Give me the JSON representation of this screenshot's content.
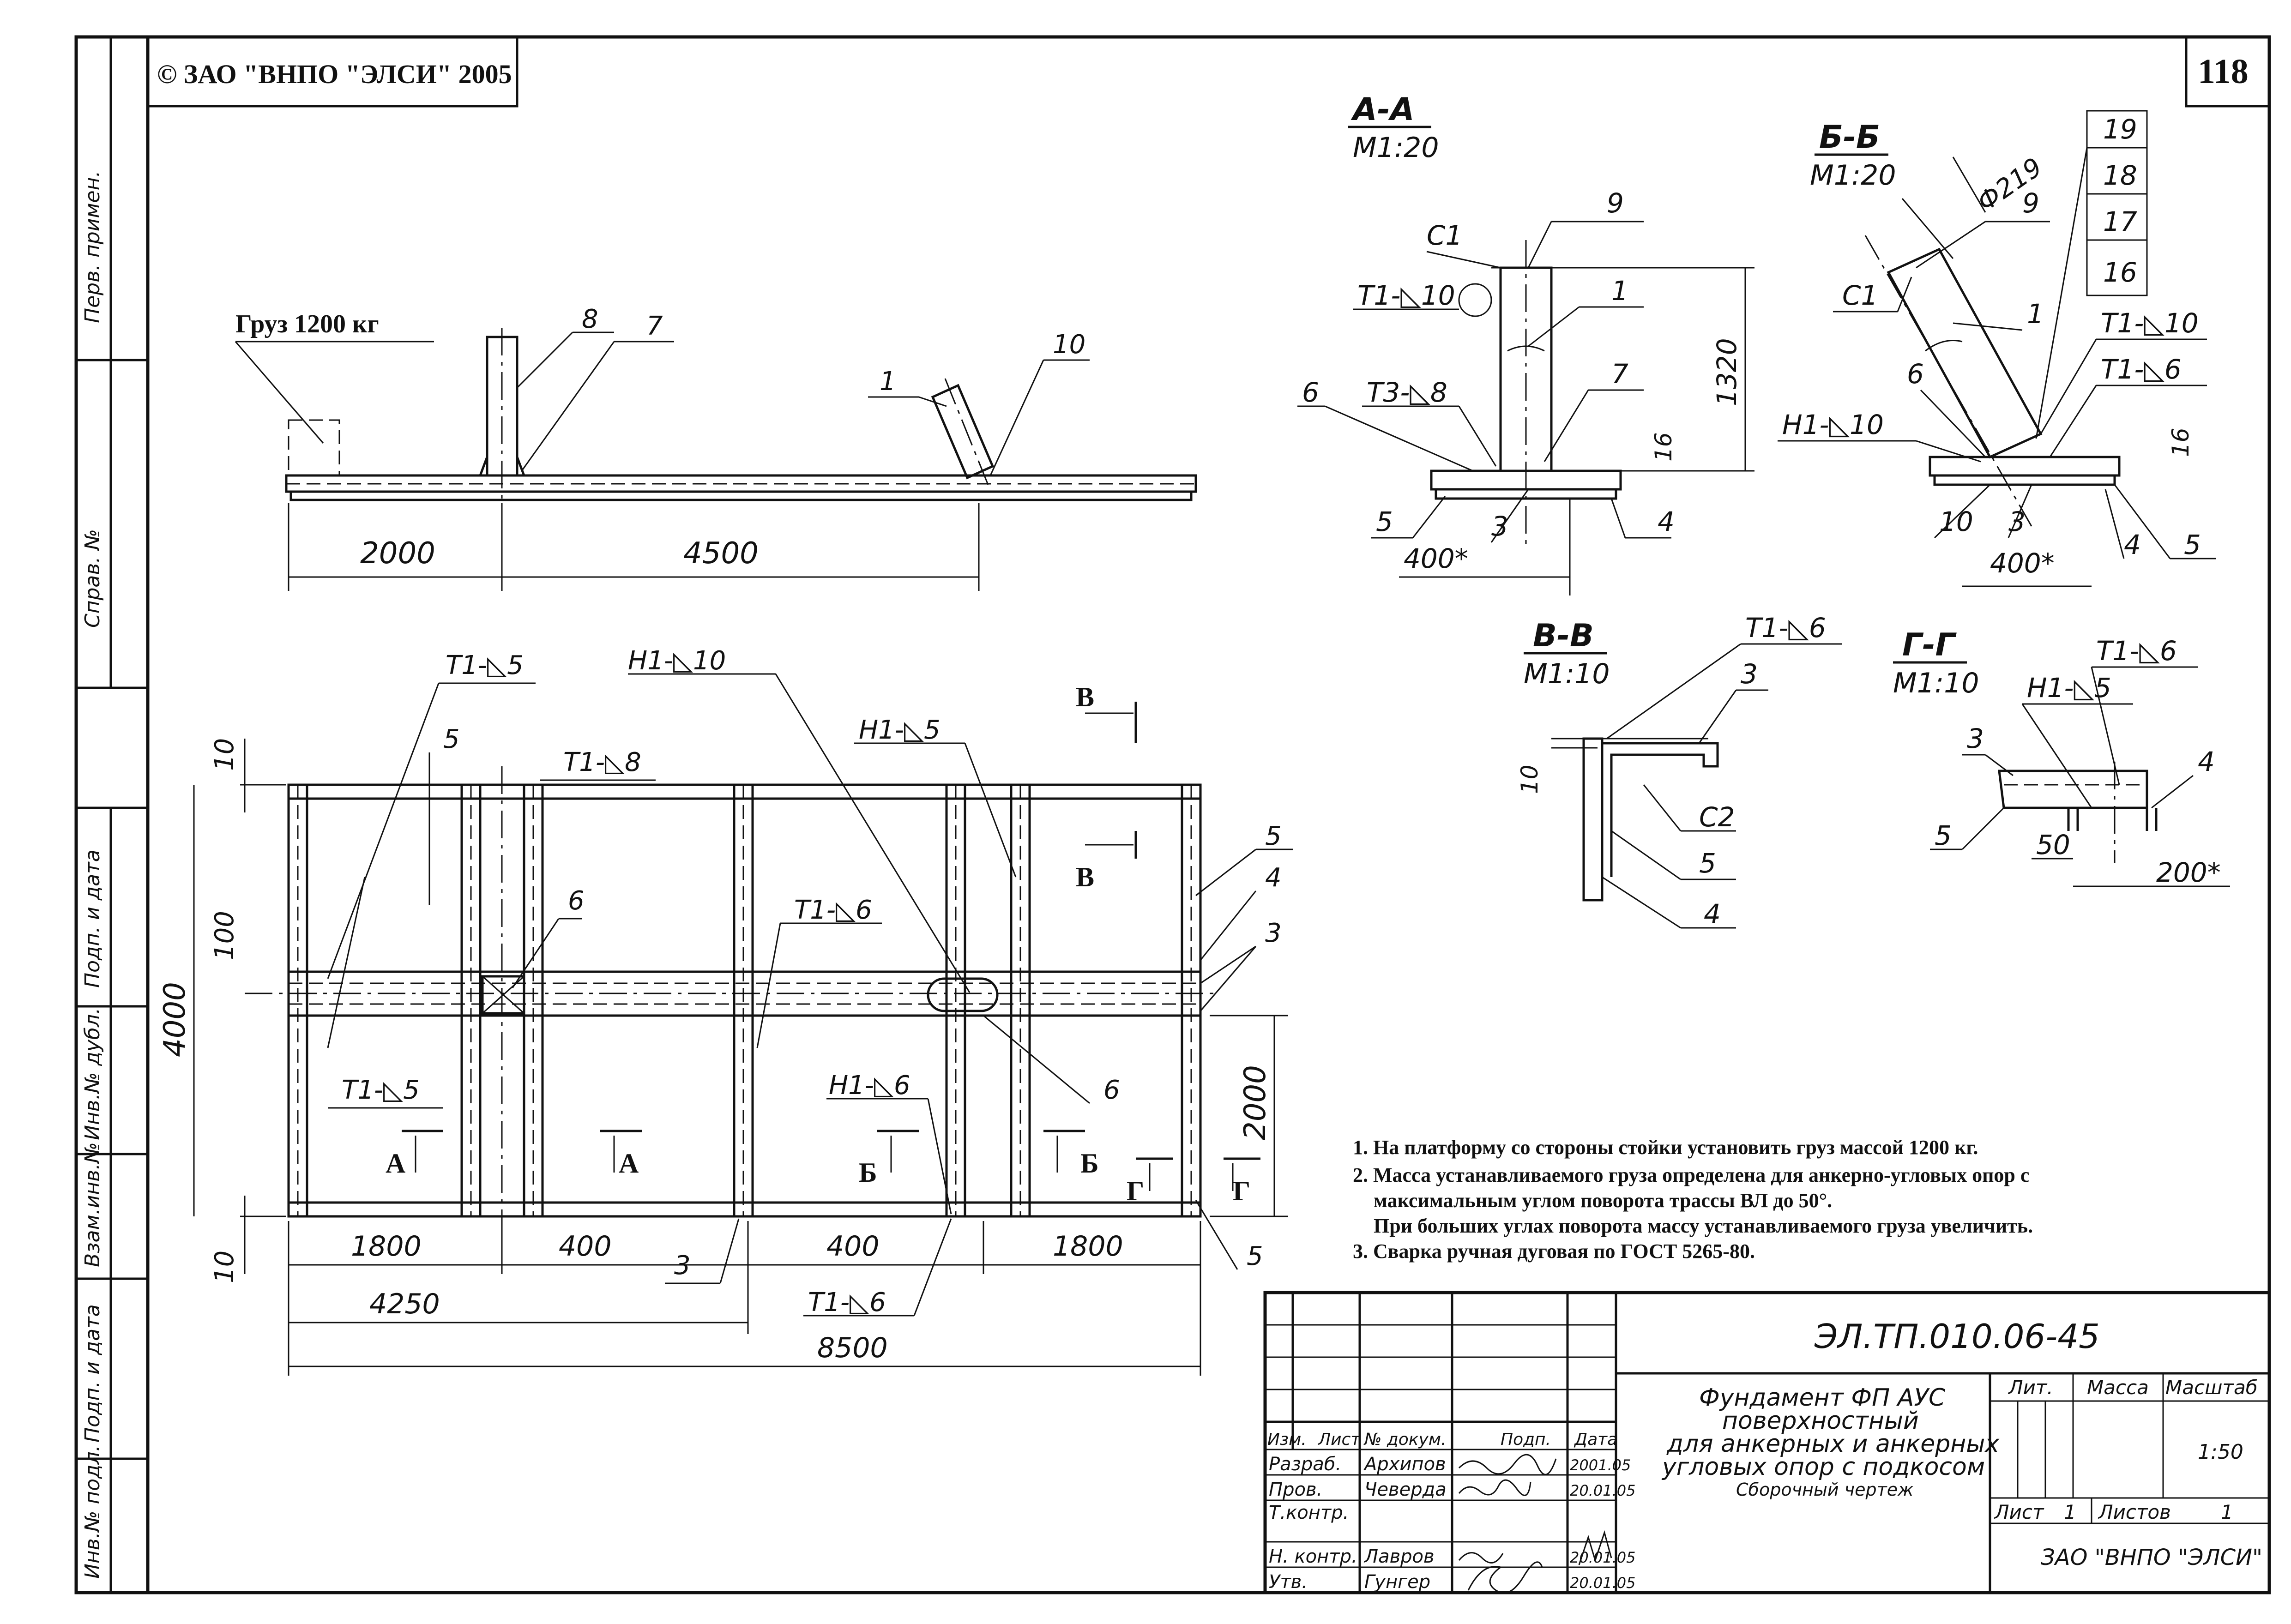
{
  "copyright": "© ЗАО \"ВНПО \"ЭЛСИ\" 2005",
  "page_number": "118",
  "side_stamp": {
    "perv_primen": "Перв. примен.",
    "sprav_no": "Справ. №",
    "podp_data_1": "Подп. и дата",
    "inv_dubl": "Инв.№ дубл.",
    "vzam_inv": "Взам.инв.№",
    "podp_data_2": "Подп. и дата",
    "inv_podl": "Инв.№ подл."
  },
  "top_view": {
    "load_label": "Груз 1200 кг",
    "dim_left": "2000",
    "dim_right": "4500",
    "pos": [
      "8",
      "7",
      "1",
      "10"
    ]
  },
  "plan_view": {
    "dims": {
      "d10_top": "10",
      "d100": "100",
      "d4000": "4000",
      "d10_bot": "10",
      "d2000": "2000",
      "d1800_l": "1800",
      "d400_l": "400",
      "d400_r": "400",
      "d1800_r": "1800",
      "d4250": "4250",
      "d8500": "8500"
    },
    "welds": {
      "t1_5_top": "Т1-◺5",
      "n1_10": "Н1-◺10",
      "t1_8": "Т1-◺8",
      "n1_5": "Н1-◺5",
      "t1_6_mid": "Т1-◺6",
      "t1_5_bot": "Т1-◺5",
      "n1_6": "Н1-◺6",
      "t1_6_bot": "Т1-◺6"
    },
    "pos": {
      "p5a": "5",
      "p6a": "6",
      "p5b": "5",
      "p4": "4",
      "p3a": "3",
      "p3b": "3",
      "p6b": "6",
      "p3c": "3",
      "p5c": "5"
    },
    "sections": {
      "a1": "А",
      "a2": "А",
      "b1": "Б",
      "b2": "Б",
      "g1": "Г",
      "g2": "Г",
      "v1": "В",
      "v2": "В"
    }
  },
  "section_aa": {
    "title": "А-А",
    "scale": "М1:20",
    "labels": [
      "С1",
      "9",
      "Т1-◺10",
      "1",
      "6",
      "Т3-◺8",
      "7",
      "16",
      "1320",
      "5",
      "3",
      "4",
      "400*"
    ]
  },
  "section_bb": {
    "title": "Б-Б",
    "scale": "М1:20",
    "labels": [
      "19",
      "18",
      "17",
      "16",
      "Ф219",
      "9",
      "С1",
      "1",
      "Т1-◺10",
      "Т1-◺6",
      "6",
      "Н1-◺10",
      "16",
      "10",
      "3",
      "4",
      "5",
      "400*"
    ]
  },
  "section_vv": {
    "title": "В-В",
    "scale": "М1:10",
    "labels": [
      "Т1-◺6",
      "3",
      "10",
      "С2",
      "5",
      "4"
    ]
  },
  "section_gg": {
    "title": "Г-Г",
    "scale": "М1:10",
    "labels": [
      "Т1-◺6",
      "Н1-◺5",
      "3",
      "4",
      "5",
      "50",
      "200*"
    ]
  },
  "notes": [
    "1. На платформу со стороны стойки установить груз массой 1200 кг.",
    "2. Масса устанавливаемого груза определена для анкерно-угловых опор с",
    "максимальным углом поворота трассы ВЛ до 50°.",
    "При больших углах поворота массу устанавливаемого груза увеличить.",
    "3. Сварка ручная дуговая по ГОСТ 5265-80."
  ],
  "title_block": {
    "designation": "ЭЛ.ТП.010.06-45",
    "title_lines": [
      "Фундамент ФП АУС",
      "поверхностный",
      "для анкерных и анкерных",
      "угловых опор с подкосом"
    ],
    "subtitle": "Сборочный чертеж",
    "col_headers": [
      "Изм.",
      "Лист",
      "№ докум.",
      "Подп.",
      "Дата"
    ],
    "roles": [
      {
        "role": "Разраб.",
        "name": "Архипов",
        "date": "2001.05"
      },
      {
        "role": "Пров.",
        "name": "Чеверда",
        "date": "20.01.05"
      },
      {
        "role": "Т.контр.",
        "name": "",
        "date": ""
      },
      {
        "role": "Н. контр.",
        "name": "Лавров",
        "date": "20.01.05"
      },
      {
        "role": "Утв.",
        "name": "Гунгер",
        "date": "20.01.05"
      }
    ],
    "lit": "Лит.",
    "massa": "Масса",
    "masshtab": "Масштаб",
    "scale_value": "1:50",
    "sheet_label": "Лист",
    "sheet_value": "1",
    "sheets_label": "Листов",
    "sheets_value": "1",
    "company": "ЗАО \"ВНПО \"ЭЛСИ\""
  }
}
